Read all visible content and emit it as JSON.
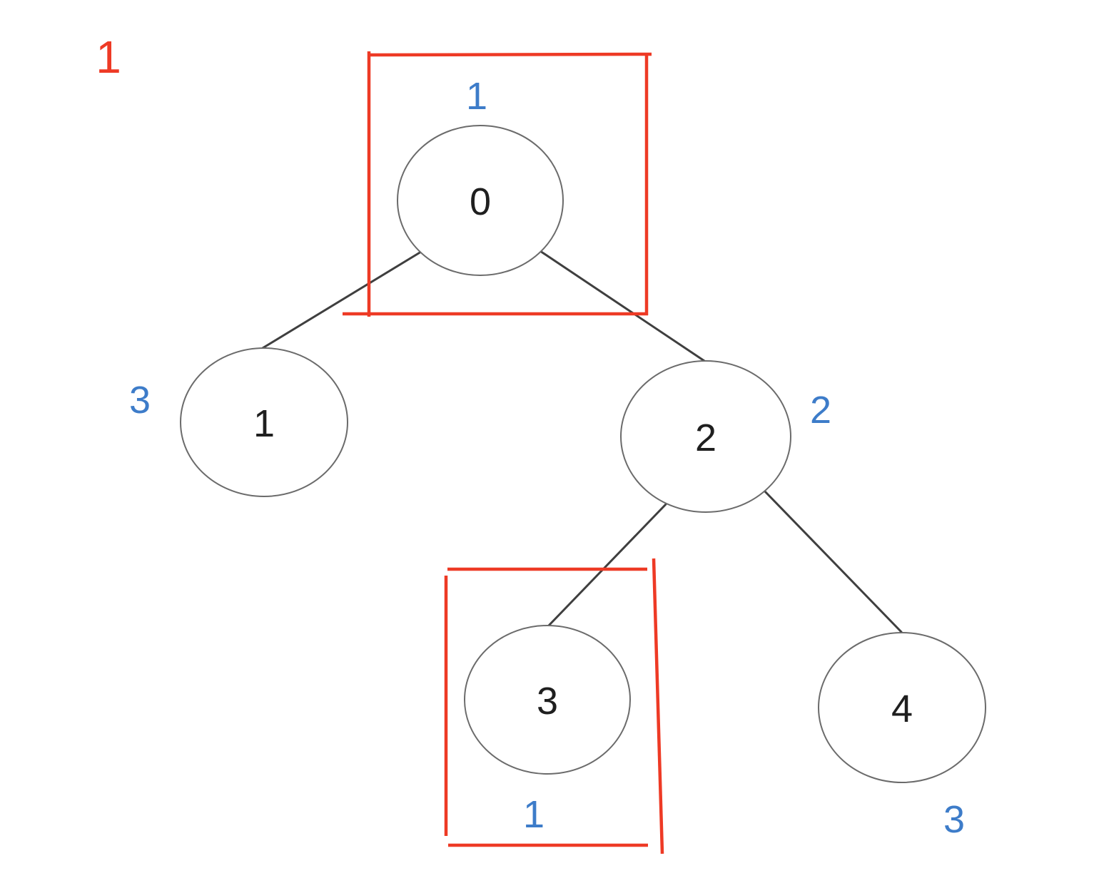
{
  "colors": {
    "background": "#ffffff",
    "red": "#ee3a25",
    "blue": "#3d7cc9",
    "edge": "#3f3f3f",
    "circle-stroke": "#6b6b6b",
    "node-text": "#1f1f1f"
  },
  "page_label": "1",
  "tree": {
    "type": "binary-tree-diagram",
    "nodes": [
      {
        "value": "0",
        "annotation": "1",
        "annotation_side": "top",
        "highlighted": true
      },
      {
        "value": "1",
        "annotation": "3",
        "annotation_side": "left",
        "highlighted": false
      },
      {
        "value": "2",
        "annotation": "2",
        "annotation_side": "right",
        "highlighted": false
      },
      {
        "value": "3",
        "annotation": "1",
        "annotation_side": "bottom",
        "highlighted": true
      },
      {
        "value": "4",
        "annotation": "3",
        "annotation_side": "bottom-right",
        "highlighted": false
      }
    ],
    "edges": [
      {
        "from": "0",
        "to": "1"
      },
      {
        "from": "0",
        "to": "2"
      },
      {
        "from": "2",
        "to": "3"
      },
      {
        "from": "2",
        "to": "4"
      }
    ],
    "highlight_boxes": [
      {
        "around_node": "0",
        "label": "1"
      },
      {
        "around_node": "3",
        "label": "1"
      }
    ]
  }
}
